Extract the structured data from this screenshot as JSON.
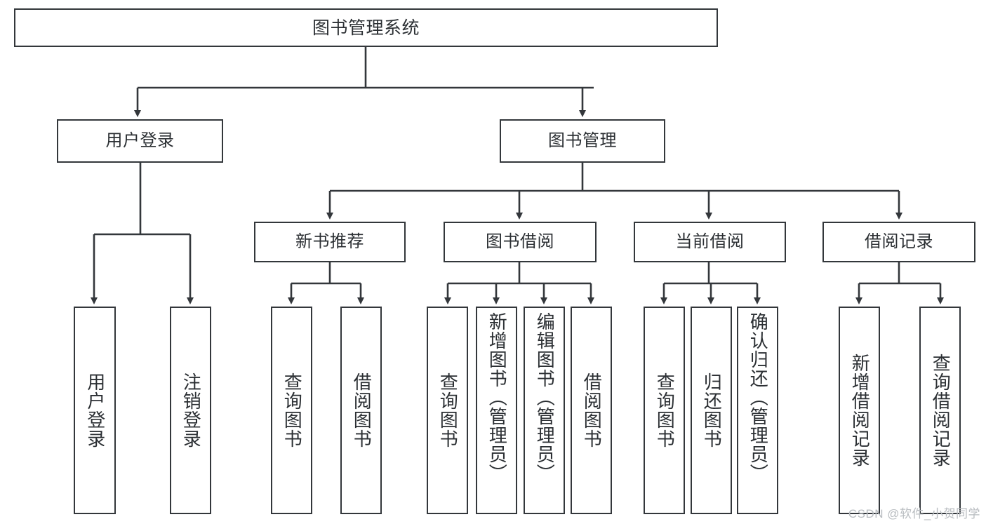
{
  "diagram": {
    "title": "图书管理系统",
    "type": "tree-hierarchy-diagram",
    "colors": {
      "stroke": "#33373b",
      "fill": "#ffffff",
      "text": "#2b2f33",
      "watermark": "#b8bcc0"
    },
    "root": {
      "label": "图书管理系统"
    },
    "level2": [
      {
        "label": "用户登录"
      },
      {
        "label": "图书管理"
      }
    ],
    "level3": [
      {
        "label": "新书推荐"
      },
      {
        "label": "图书借阅"
      },
      {
        "label": "当前借阅"
      },
      {
        "label": "借阅记录"
      }
    ],
    "leaves": {
      "user_login": [
        {
          "label": "用户登录"
        },
        {
          "label": "注销登录"
        }
      ],
      "new_book_recommend": [
        {
          "label": "查询图书"
        },
        {
          "label": "借阅图书"
        }
      ],
      "book_borrow": [
        {
          "label": "查询图书"
        },
        {
          "label": "新增图书（管理员）"
        },
        {
          "label": "编辑图书（管理员）"
        },
        {
          "label": "借阅图书"
        }
      ],
      "current_borrow": [
        {
          "label": "查询图书"
        },
        {
          "label": "归还图书"
        },
        {
          "label": "确认归还（管理员）"
        }
      ],
      "borrow_record": [
        {
          "label": "新增借阅记录"
        },
        {
          "label": "查询借阅记录"
        }
      ]
    },
    "watermark": "CSDN @软件_小贺同学"
  }
}
